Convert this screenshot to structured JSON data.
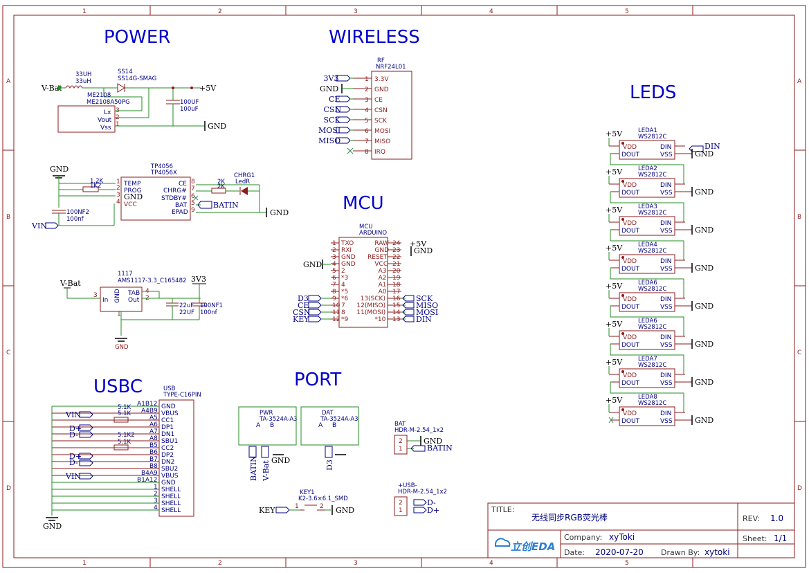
{
  "sections": {
    "power": "POWER",
    "wireless": "WIRELESS",
    "mcu": "MCU",
    "leds": "LEDS",
    "usbc": "USBC",
    "port": "PORT"
  },
  "grid": {
    "cols": [
      "1",
      "2",
      "3",
      "4",
      "5"
    ],
    "rows": [
      "A",
      "B",
      "C",
      "D"
    ]
  },
  "title_block": {
    "title_label": "TITLE:",
    "title": "无线同步RGB荧光棒",
    "rev_label": "REV:",
    "rev": "1.0",
    "company_label": "Company:",
    "company": "xyToki",
    "sheet_label": "Sheet:",
    "sheet": "1/1",
    "date_label": "Date:",
    "date": "2020-07-20",
    "drawn_label": "Drawn By:",
    "drawn": "xytoki",
    "logo": "立创EDA"
  },
  "power": {
    "vbat": "V-Bat",
    "l_ref": "33UH",
    "l_val": "33uH",
    "d_ref": "SS14",
    "d_val": "SS14G-SMAG",
    "ic_ref": "ME2108",
    "ic_val": "ME2108A50PG",
    "pins": [
      "Lx",
      "Vout",
      "Vss"
    ],
    "pin_nums": [
      "3",
      "2",
      "1"
    ],
    "c_ref": "100UF",
    "c_val": "100uF",
    "plus5": "+5V",
    "gnd": "GND"
  },
  "charger": {
    "gnd": "GND",
    "r_ref": "1.2K",
    "r_val": "1K2",
    "ic_ref": "TP4056",
    "ic_val": "TP4056X",
    "left_pins": [
      "TEMP",
      "PROG",
      "GND",
      "VCC"
    ],
    "left_nums": [
      "1",
      "2",
      "3",
      "4"
    ],
    "right_pins": [
      "CE",
      "CHRG#",
      "STDBY#",
      "BAT",
      "EPAD"
    ],
    "right_nums": [
      "8",
      "7",
      "6",
      "5",
      "9"
    ],
    "r2_ref": "2K",
    "r2_val": "2K",
    "led_ref": "CHRG1",
    "led_val": "LedR",
    "batin": "BATIN",
    "c_ref": "100NF2",
    "c_val": "100nf",
    "vin": "VIN",
    "gnd2": "GND"
  },
  "ldo": {
    "vbat": "V-Bat",
    "ic_ref": "1117",
    "ic_val": "AMS1117-3.3_C165482",
    "in": "In",
    "tab": "TAB",
    "out": "Out",
    "gnd_pin": "GND",
    "n3": "3",
    "n4": "4",
    "n2": "2",
    "n1": "1",
    "v33": "3V3",
    "c1_ref": "22uF",
    "c1_val": "22UF",
    "c2_ref": "100NF1",
    "c2_val": "100nf",
    "gnd": "GND"
  },
  "rf": {
    "ref": "RF",
    "val": "NRF24L01",
    "nets": [
      "3V3",
      "GND",
      "CE",
      "CSN",
      "SCK",
      "MOSI",
      "MISO",
      ""
    ],
    "pins": [
      "3.3V",
      "GND",
      "CE",
      "CSN",
      "SCK",
      "MOSI",
      "MISO",
      "IRQ"
    ],
    "nums": [
      "1",
      "2",
      "3",
      "4",
      "5",
      "6",
      "7",
      "8"
    ]
  },
  "mcu": {
    "ref": "MCU",
    "val": "ARDUINO",
    "left": [
      "TXO",
      "RXI",
      "GND",
      "GND",
      "2",
      "*3",
      "4",
      "*5",
      "*6",
      "7",
      "8",
      "*9"
    ],
    "left_nums": [
      "1",
      "2",
      "3",
      "4",
      "5",
      "6",
      "7",
      "8",
      "9",
      "10",
      "11",
      "12"
    ],
    "right": [
      "RAW",
      "GND",
      "RESET",
      "VCC",
      "A3",
      "A2",
      "A1",
      "A0",
      "13(SCK)",
      "12(MISO)",
      "11(MOSI)",
      "*10"
    ],
    "right_nums": [
      "24",
      "23",
      "22",
      "21",
      "20",
      "19",
      "18",
      "17",
      "16",
      "15",
      "14",
      "13"
    ],
    "left_nets": [
      "D3",
      "CE",
      "CSN",
      "KEY"
    ],
    "right_nets": [
      "SCK",
      "MISO",
      "MOSI",
      "DIN"
    ],
    "plus5": "+5V",
    "gnd": "GND",
    "gnd_l": "GND"
  },
  "leds": {
    "refs": [
      "LEDA1",
      "LEDA2",
      "LEDA3",
      "LEDA4",
      "LEDA6",
      "LEDA6",
      "LEDA7",
      "LEDA8"
    ],
    "val": "WS2812C",
    "vdd": "VDD",
    "dout": "DOUT",
    "din": "DIN",
    "vss": "VSS",
    "plus5": "+5V",
    "gnd": "GND",
    "din_net": "DIN"
  },
  "usb": {
    "ref": "USB",
    "val": "TYPE-C16PIN",
    "pins": [
      "GND",
      "VBUS",
      "CC1",
      "DP1",
      "DN1",
      "SBU1",
      "CC2",
      "DP2",
      "DN2",
      "SBU2",
      "VBUS",
      "GND",
      "SHELL",
      "SHELL",
      "SHELL",
      "SHELL"
    ],
    "nums": [
      "A1B12",
      "A4B9",
      "A5",
      "A6",
      "A7",
      "A8",
      "B5",
      "B6",
      "B7",
      "B8",
      "B4A9",
      "B1A12",
      "1",
      "2",
      "3",
      "4"
    ],
    "r1_ref": "5.1K",
    "r1_val": "5.1K",
    "r2_ref": "5.1K2",
    "r2_val": "5.1K",
    "vin": "VIN",
    "dp": "D+",
    "dm": "D-",
    "gnd": "GND"
  },
  "port": {
    "pwr_ref": "PWR",
    "pwr_val": "TA-3524A-A3",
    "dat_ref": "DAT",
    "dat_val": "TA-3524A-A3",
    "a": "A",
    "b": "B",
    "batin": "BATIN",
    "vbat": "V-Bat",
    "d3": "D3",
    "gnd": "GND",
    "bat_ref": "BAT",
    "bat_val": "HDR-M-2.54_1x2",
    "usb_ref": "+USB-",
    "usb_val": "HDR-M-2.54_1x2",
    "dm": "D-",
    "dp": "D+",
    "key_ref": "KEY1",
    "key_val": "K2-3.6×6.1_SMD",
    "key": "KEY"
  }
}
